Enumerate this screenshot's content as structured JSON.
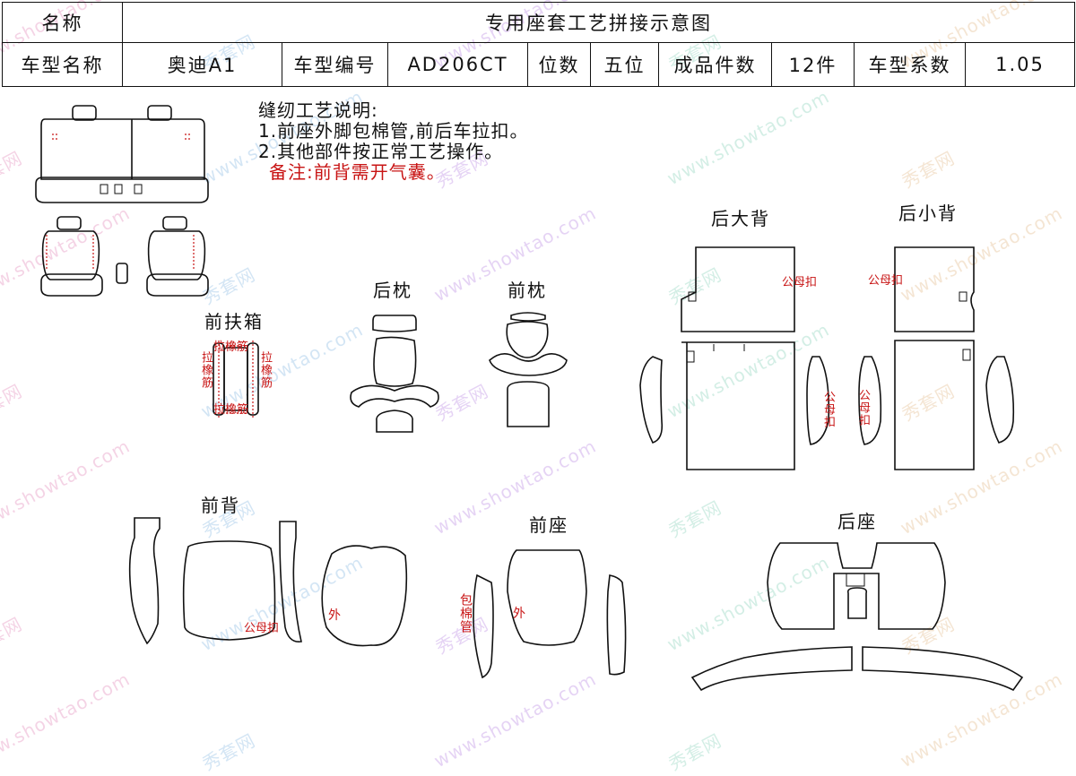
{
  "header": {
    "name_label": "名称",
    "title": "专用座套工艺拼接示意图",
    "model_name_label": "车型名称",
    "model_name": "奥迪A1",
    "model_code_label": "车型编号",
    "model_code": "AD206CT",
    "seats_label": "位数",
    "seats": "五位",
    "pieces_label": "成品件数",
    "pieces": "12件",
    "coef_label": "车型系数",
    "coef": "1.05"
  },
  "notes": {
    "title": "缝纫工艺说明:",
    "line1": "1.前座外脚包棉管,前后车拉扣。",
    "line2": "2.其他部件按正常工艺操作。",
    "remark": "备注:前背需开气囊。"
  },
  "parts": {
    "front_armrest": "前扶箱",
    "rear_headrest": "后枕",
    "front_headrest": "前枕",
    "rear_big_back": "后大背",
    "rear_small_back": "后小背",
    "front_back": "前背",
    "front_seat": "前座",
    "rear_seat": "后座"
  },
  "tags": {
    "elastic": "拉橡筋",
    "snap": "公母扣",
    "outer": "外",
    "wrap_tube": "包棉管"
  },
  "watermark": {
    "site": "www.showtao.com",
    "brand": "秀套网"
  },
  "colors": {
    "line": "#111111",
    "accent_red": "#c81414",
    "background": "#ffffff"
  }
}
